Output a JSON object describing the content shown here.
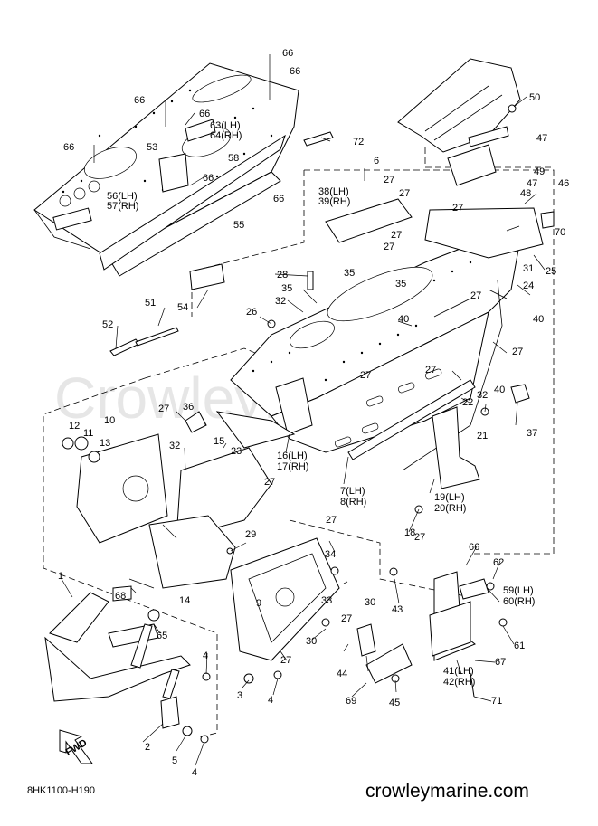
{
  "diagram_code": "8HK1100-H190",
  "website": "crowleymarine.com",
  "watermark": "CrowleyMarine",
  "fwd_label": "FWD",
  "callouts": [
    {
      "id": "c1",
      "text": "1"
    },
    {
      "id": "c2",
      "text": "2"
    },
    {
      "id": "c3",
      "text": "3"
    },
    {
      "id": "c4a",
      "text": "4"
    },
    {
      "id": "c4b",
      "text": "4"
    },
    {
      "id": "c4c",
      "text": "4"
    },
    {
      "id": "c5",
      "text": "5"
    },
    {
      "id": "c6",
      "text": "6"
    },
    {
      "id": "c7",
      "text": "7(LH)"
    },
    {
      "id": "c8",
      "text": "8(RH)"
    },
    {
      "id": "c9",
      "text": "9"
    },
    {
      "id": "c10",
      "text": "10"
    },
    {
      "id": "c11",
      "text": "11"
    },
    {
      "id": "c12",
      "text": "12"
    },
    {
      "id": "c13",
      "text": "13"
    },
    {
      "id": "c14",
      "text": "14"
    },
    {
      "id": "c15",
      "text": "15"
    },
    {
      "id": "c16",
      "text": "16(LH)"
    },
    {
      "id": "c17",
      "text": "17(RH)"
    },
    {
      "id": "c18",
      "text": "18"
    },
    {
      "id": "c19",
      "text": "19(LH)"
    },
    {
      "id": "c20",
      "text": "20(RH)"
    },
    {
      "id": "c21",
      "text": "21"
    },
    {
      "id": "c22",
      "text": "22"
    },
    {
      "id": "c23",
      "text": "23"
    },
    {
      "id": "c24",
      "text": "24"
    },
    {
      "id": "c25",
      "text": "25"
    },
    {
      "id": "c26",
      "text": "26"
    },
    {
      "id": "c27a",
      "text": "27"
    },
    {
      "id": "c27b",
      "text": "27"
    },
    {
      "id": "c27c",
      "text": "27"
    },
    {
      "id": "c27d",
      "text": "27"
    },
    {
      "id": "c27e",
      "text": "27"
    },
    {
      "id": "c27f",
      "text": "27"
    },
    {
      "id": "c27g",
      "text": "27"
    },
    {
      "id": "c27h",
      "text": "27"
    },
    {
      "id": "c27i",
      "text": "27"
    },
    {
      "id": "c27j",
      "text": "27"
    },
    {
      "id": "c27k",
      "text": "27"
    },
    {
      "id": "c27l",
      "text": "27"
    },
    {
      "id": "c27m",
      "text": "27"
    },
    {
      "id": "c27n",
      "text": "27"
    },
    {
      "id": "c28",
      "text": "28"
    },
    {
      "id": "c29",
      "text": "29"
    },
    {
      "id": "c30a",
      "text": "30"
    },
    {
      "id": "c30b",
      "text": "30"
    },
    {
      "id": "c31",
      "text": "31"
    },
    {
      "id": "c32a",
      "text": "32"
    },
    {
      "id": "c32b",
      "text": "32"
    },
    {
      "id": "c32c",
      "text": "32"
    },
    {
      "id": "c33",
      "text": "33"
    },
    {
      "id": "c34",
      "text": "34"
    },
    {
      "id": "c35a",
      "text": "35"
    },
    {
      "id": "c35b",
      "text": "35"
    },
    {
      "id": "c35c",
      "text": "35"
    },
    {
      "id": "c36",
      "text": "36"
    },
    {
      "id": "c37",
      "text": "37"
    },
    {
      "id": "c38",
      "text": "38(LH)"
    },
    {
      "id": "c39",
      "text": "39(RH)"
    },
    {
      "id": "c40a",
      "text": "40"
    },
    {
      "id": "c40b",
      "text": "40"
    },
    {
      "id": "c40c",
      "text": "40"
    },
    {
      "id": "c41",
      "text": "41(LH)"
    },
    {
      "id": "c42",
      "text": "42(RH)"
    },
    {
      "id": "c43",
      "text": "43"
    },
    {
      "id": "c44",
      "text": "44"
    },
    {
      "id": "c45",
      "text": "45"
    },
    {
      "id": "c46",
      "text": "46"
    },
    {
      "id": "c47a",
      "text": "47"
    },
    {
      "id": "c47b",
      "text": "47"
    },
    {
      "id": "c48",
      "text": "48"
    },
    {
      "id": "c49",
      "text": "49"
    },
    {
      "id": "c50",
      "text": "50"
    },
    {
      "id": "c51",
      "text": "51"
    },
    {
      "id": "c52",
      "text": "52"
    },
    {
      "id": "c53",
      "text": "53"
    },
    {
      "id": "c54",
      "text": "54"
    },
    {
      "id": "c55",
      "text": "55"
    },
    {
      "id": "c56",
      "text": "56(LH)"
    },
    {
      "id": "c57",
      "text": "57(RH)"
    },
    {
      "id": "c58",
      "text": "58"
    },
    {
      "id": "c59",
      "text": "59(LH)"
    },
    {
      "id": "c60",
      "text": "60(RH)"
    },
    {
      "id": "c61",
      "text": "61"
    },
    {
      "id": "c62",
      "text": "62"
    },
    {
      "id": "c63",
      "text": "63(LH)"
    },
    {
      "id": "c64",
      "text": "64(RH)"
    },
    {
      "id": "c65",
      "text": "65"
    },
    {
      "id": "c66a",
      "text": "66"
    },
    {
      "id": "c66b",
      "text": "66"
    },
    {
      "id": "c66c",
      "text": "66"
    },
    {
      "id": "c66d",
      "text": "66"
    },
    {
      "id": "c66e",
      "text": "66"
    },
    {
      "id": "c66f",
      "text": "66"
    },
    {
      "id": "c66g",
      "text": "66"
    },
    {
      "id": "c66h",
      "text": "66"
    },
    {
      "id": "c67",
      "text": "67"
    },
    {
      "id": "c68",
      "text": "68"
    },
    {
      "id": "c69",
      "text": "69"
    },
    {
      "id": "c70",
      "text": "70"
    },
    {
      "id": "c71",
      "text": "71"
    },
    {
      "id": "c72",
      "text": "72"
    }
  ]
}
